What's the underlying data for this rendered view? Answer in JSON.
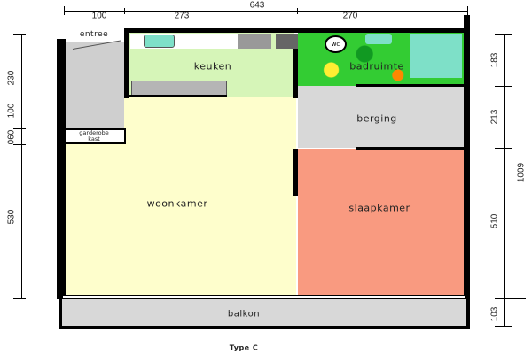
{
  "title": "Type C",
  "rooms": {
    "entree": "entree",
    "keuken": "keuken",
    "badruimte": "badruimte",
    "wc": "wc",
    "berging": "berging",
    "garderobe": "garderobe",
    "kast": "kast",
    "woonkamer": "woonkamer",
    "slaapkamer": "slaapkamer",
    "balkon": "balkon"
  },
  "dimensions": {
    "total_width": "643",
    "top": [
      "100",
      "273",
      "270"
    ],
    "left": [
      "230",
      "100",
      "060",
      "530"
    ],
    "right": [
      "183",
      "213",
      "510",
      "103"
    ],
    "total_depth": "1009"
  },
  "colors": {
    "keuken": "#d6f5b8",
    "woonkamer": "#fefecc",
    "slaapkamer": "#f99a80",
    "berging": "#d8d8d8",
    "badruimte": "#33cc33",
    "fixture": "#7ee0c8"
  }
}
